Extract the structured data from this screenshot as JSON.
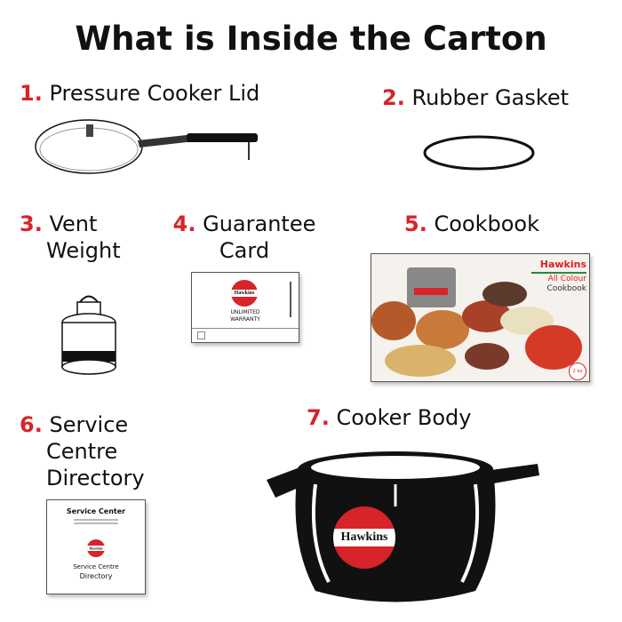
{
  "title": "What is Inside the Carton",
  "items": [
    {
      "num": "1.",
      "label": "Pressure Cooker Lid"
    },
    {
      "num": "2.",
      "label": "Rubber Gasket"
    },
    {
      "num": "3.",
      "label_line1": "Vent",
      "label_line2": "Weight"
    },
    {
      "num": "4.",
      "label_line1": "Guarantee",
      "label_line2": "Card"
    },
    {
      "num": "5.",
      "label": "Cookbook"
    },
    {
      "num": "6.",
      "label_line1": "Service",
      "label_line2": "Centre",
      "label_line3": "Directory"
    },
    {
      "num": "7.",
      "label": "Cooker Body"
    }
  ],
  "guarantee_card": {
    "logo": "Hawkins",
    "line1": "UNLIMITED",
    "line2": "WARRANTY"
  },
  "cookbook": {
    "brand": "Hawkins",
    "line1": "All Colour",
    "line2": "Cookbook",
    "badge": "2 ka"
  },
  "service_directory": {
    "heading": "Service Center",
    "logo": "Hawkins",
    "line1": "Service Centre",
    "line2": "Directory"
  },
  "cooker_body": {
    "logo": "Hawkins"
  },
  "colors": {
    "accent": "#d8232a",
    "text": "#111111"
  }
}
